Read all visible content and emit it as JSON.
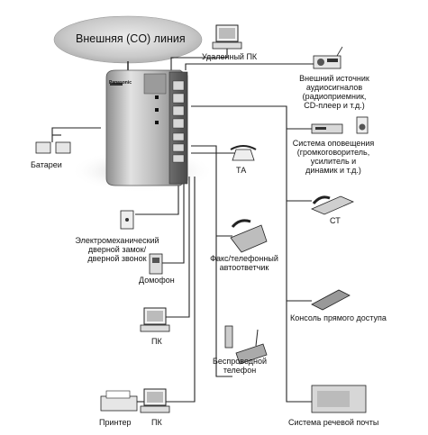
{
  "diagram": {
    "co_line": "Внешняя (CO) линия",
    "remote_pc": "Удаленный ПК",
    "external_audio": [
      "Внешний источник",
      "аудиосигналов",
      "(радиоприемник,",
      "CD-плеер и т.д.)"
    ],
    "paging_system": [
      "Система оповещения",
      "(громкоговоритель,",
      "усилитель и",
      "динамик и т.д.)"
    ],
    "ta": "ТА",
    "st": "СТ",
    "fax": [
      "Факс/телефонный",
      "автоответчик"
    ],
    "dss_console": "Консоль прямого доступа",
    "cordless": [
      "Беспроводной",
      "телефон"
    ],
    "voice_mail": "Система речевой почты",
    "batteries": "Батареи",
    "door_lock": [
      "Электромеханический",
      "дверной замок/",
      "дверной звонок"
    ],
    "doorphone": "Домофон",
    "pc": "ПК",
    "printer": "Принтер",
    "pc2": "ПК",
    "brand": "Panasonic"
  }
}
